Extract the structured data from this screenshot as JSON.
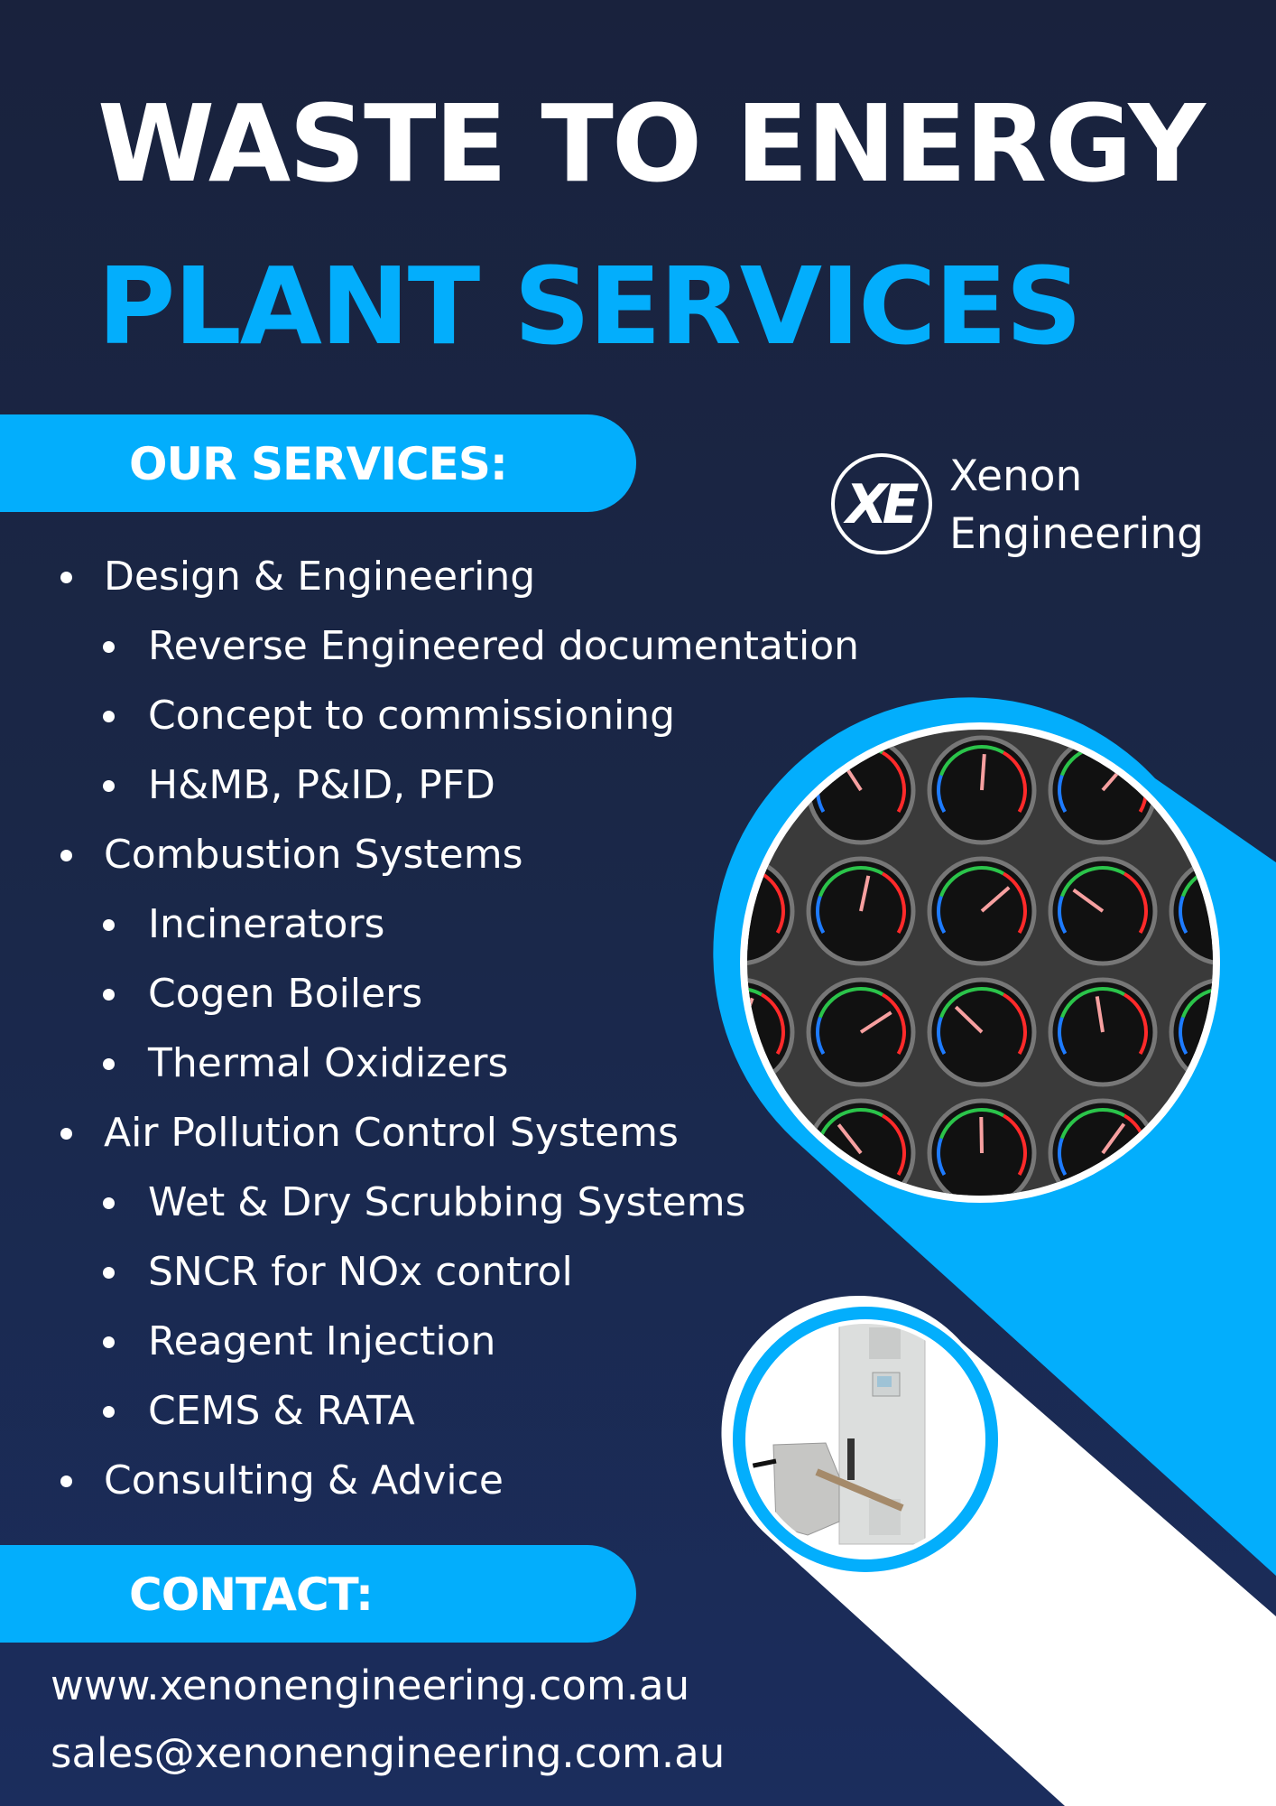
{
  "title": {
    "line1": "WASTE TO ENERGY",
    "line2": "PLANT SERVICES"
  },
  "colors": {
    "accent": "#03aefc",
    "background": "#1a2747",
    "white": "#ffffff"
  },
  "brand": {
    "logo_mark": "XE",
    "name_line1": "Xenon",
    "name_line2": "Engineering"
  },
  "services": {
    "heading": "OUR SERVICES:",
    "items": [
      {
        "level": 1,
        "label": "Design & Engineering"
      },
      {
        "level": 2,
        "label": "Reverse Engineered documentation"
      },
      {
        "level": 2,
        "label": "Concept to commissioning"
      },
      {
        "level": 2,
        "label": "H&MB, P&ID, PFD"
      },
      {
        "level": 1,
        "label": "Combustion Systems"
      },
      {
        "level": 2,
        "label": "Incinerators"
      },
      {
        "level": 2,
        "label": "Cogen Boilers"
      },
      {
        "level": 2,
        "label": "Thermal Oxidizers"
      },
      {
        "level": 1,
        "label": "Air Pollution Control Systems"
      },
      {
        "level": 2,
        "label": "Wet & Dry Scrubbing Systems"
      },
      {
        "level": 2,
        "label": "SNCR for NOx control"
      },
      {
        "level": 2,
        "label": "Reagent Injection"
      },
      {
        "level": 2,
        "label": "CEMS & RATA"
      },
      {
        "level": 1,
        "label": "Consulting & Advice"
      }
    ]
  },
  "contact": {
    "heading": "CONTACT:",
    "website": "www.xenonengineering.com.au",
    "email": "sales@xenonengineering.com.au"
  }
}
